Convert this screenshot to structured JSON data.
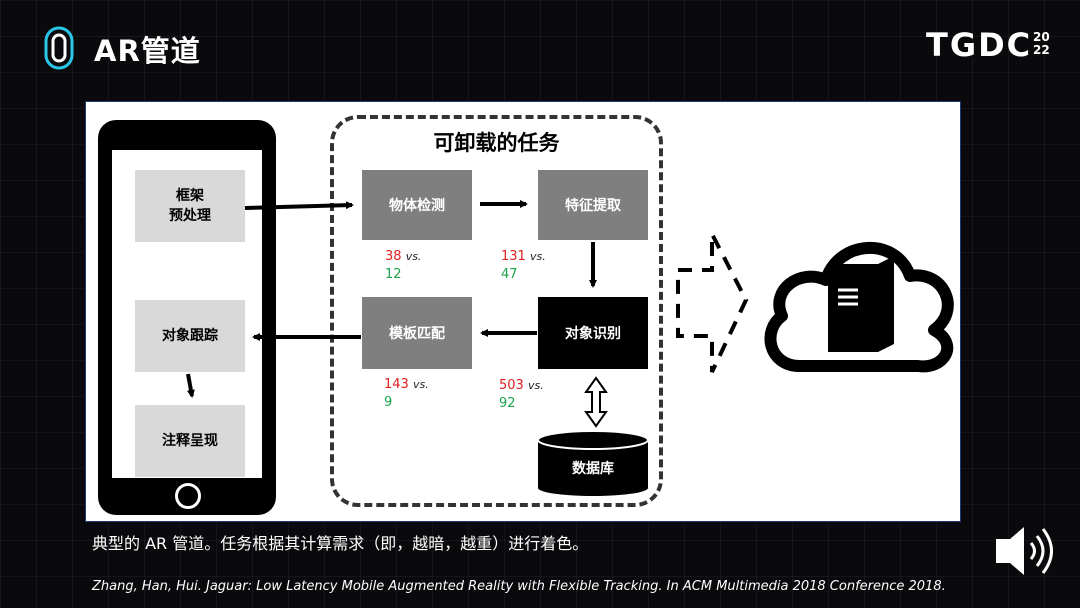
{
  "header": {
    "title": "AR管道",
    "brand": "TGDC",
    "brand_year_top": "20",
    "brand_year_bottom": "22"
  },
  "diagram": {
    "offloadable_title": "可卸载的任务",
    "phone_boxes": {
      "preprocess_line1": "框架",
      "preprocess_line2": "预处理",
      "tracking": "对象跟踪",
      "rendering": "注释呈现"
    },
    "tasks": {
      "object_detection": "物体检测",
      "feature_extraction": "特征提取",
      "template_matching": "模板匹配",
      "object_recognition": "对象识别",
      "database": "数据库"
    },
    "timings": {
      "detection": {
        "red": "38",
        "vs": "vs.",
        "green": "12"
      },
      "extraction": {
        "red": "131",
        "vs": "vs.",
        "green": "47"
      },
      "matching": {
        "red": "143",
        "vs": "vs.",
        "green": "9"
      },
      "recognition": {
        "red": "503",
        "vs": "vs.",
        "green": "92"
      }
    }
  },
  "caption": "典型的 AR 管道。任务根据其计算需求（即，越暗，越重）进行着色。",
  "citation": "Zhang, Han, Hui. Jaguar: Low Latency Mobile Augmented Reality with Flexible Tracking. In ACM Multimedia 2018 Conference 2018.",
  "colors": {
    "accent_cyan": "#29c6e8",
    "slow_red": "#e02020",
    "fast_green": "#1aa34a",
    "panel_border": "#1f3a73"
  }
}
